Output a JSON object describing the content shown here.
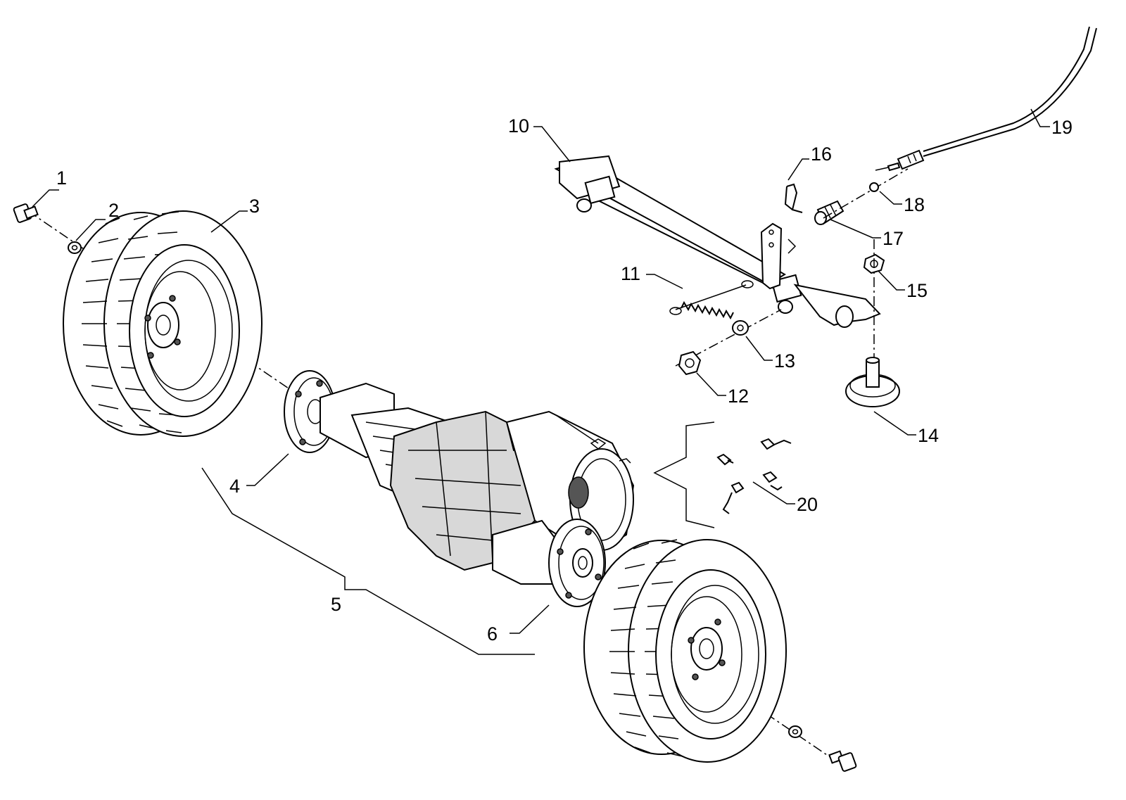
{
  "callouts": [
    {
      "id": "1",
      "text": "1"
    },
    {
      "id": "2",
      "text": "2"
    },
    {
      "id": "3",
      "text": "3"
    },
    {
      "id": "4",
      "text": "4"
    },
    {
      "id": "5",
      "text": "5"
    },
    {
      "id": "6",
      "text": "6"
    },
    {
      "id": "10",
      "text": "10"
    },
    {
      "id": "11",
      "text": "11"
    },
    {
      "id": "12",
      "text": "12"
    },
    {
      "id": "13",
      "text": "13"
    },
    {
      "id": "14",
      "text": "14"
    },
    {
      "id": "15",
      "text": "15"
    },
    {
      "id": "16",
      "text": "16"
    },
    {
      "id": "17",
      "text": "17"
    },
    {
      "id": "18",
      "text": "18"
    },
    {
      "id": "19",
      "text": "19"
    },
    {
      "id": "20",
      "text": "20"
    }
  ]
}
